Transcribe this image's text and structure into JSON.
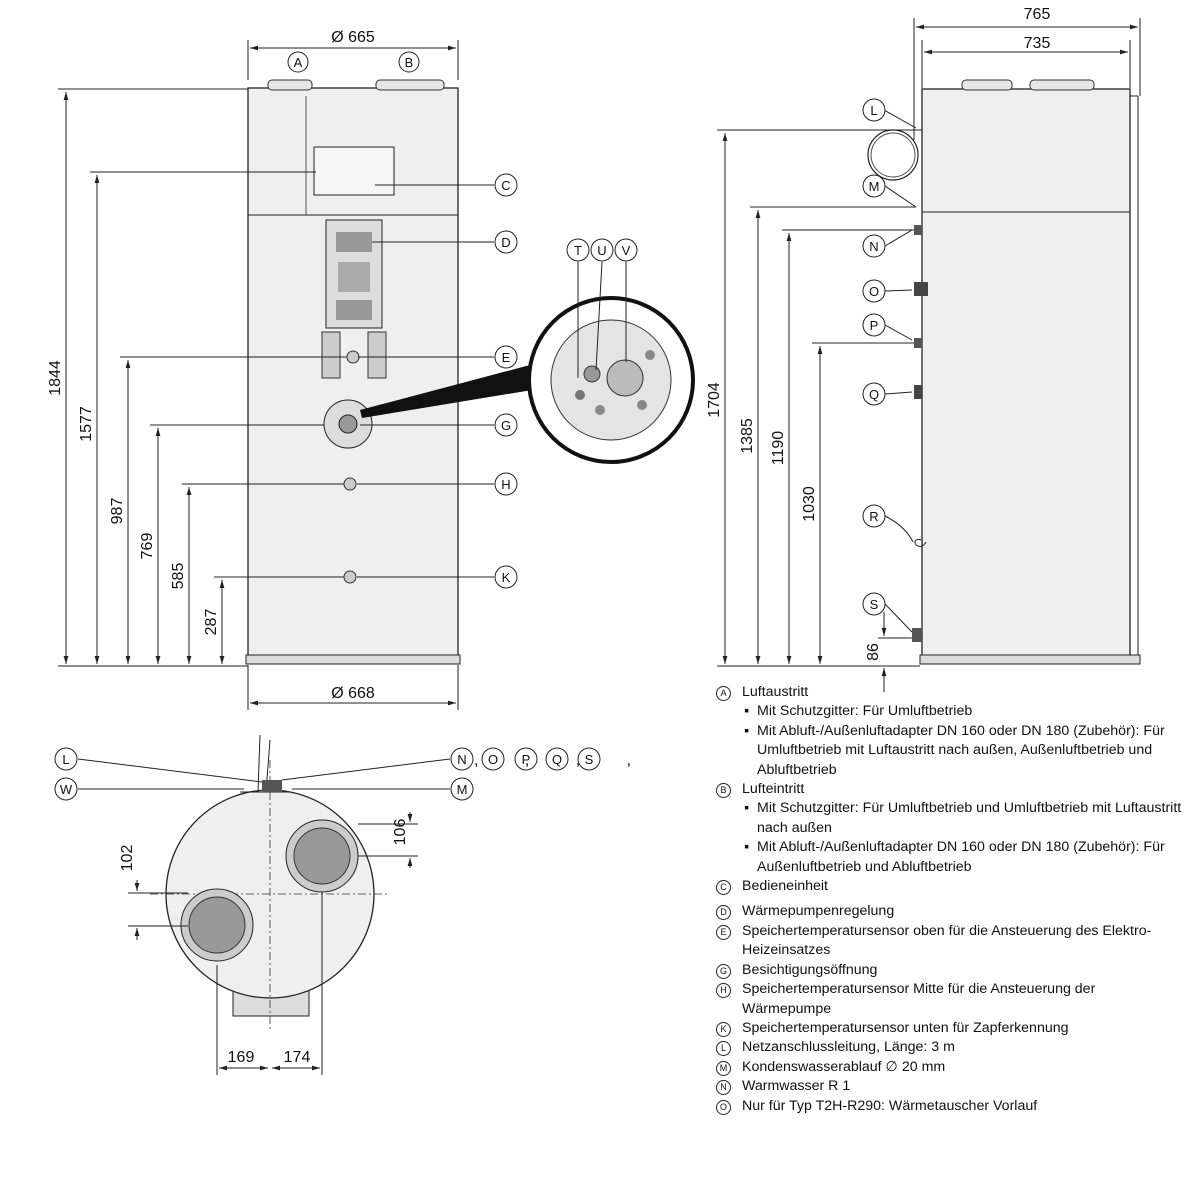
{
  "dimensions": {
    "front_width_top": "Ø 665",
    "front_width_bottom": "Ø 668",
    "side_width_outer": "765",
    "side_width_inner": "735",
    "h_1844": "1844",
    "h_1577": "1577",
    "h_987": "987",
    "h_769": "769",
    "h_585": "585",
    "h_287": "287",
    "h_1704": "1704",
    "h_1385": "1385",
    "h_1190": "1190",
    "h_1030": "1030",
    "h_86": "86",
    "top_106": "106",
    "top_102": "102",
    "top_169": "169",
    "top_174": "174"
  },
  "labels": {
    "A": "A",
    "B": "B",
    "C": "C",
    "D": "D",
    "E": "E",
    "G": "G",
    "H": "H",
    "K": "K",
    "T": "T",
    "U": "U",
    "V": "V",
    "L": "L",
    "M": "M",
    "N": "N",
    "O": "O",
    "P": "P",
    "Q": "Q",
    "R": "R",
    "S": "S",
    "W": "W",
    "group_nopqs": ", , , ,"
  },
  "legend": [
    {
      "key": "A",
      "text": "Luftaustritt",
      "subs": [
        "Mit Schutzgitter: Für Umluftbetrieb",
        "Mit Abluft-/Außenluftadapter DN 160 oder DN 180 (Zubehör): Für Umluftbetrieb mit Luftaustritt nach außen, Außenluftbetrieb und Abluftbetrieb"
      ]
    },
    {
      "key": "B",
      "text": "Lufteintritt",
      "subs": [
        "Mit Schutzgitter: Für Umluftbetrieb und Umluftbetrieb mit Luftaustritt nach außen",
        "Mit Abluft-/Außenluftadapter DN 160 oder DN 180 (Zubehör): Für Außenluftbetrieb und Abluftbetrieb"
      ]
    },
    {
      "key": "C",
      "text": "Bedieneinheit",
      "subs": []
    },
    {
      "key": "D",
      "text": "Wärmepumpenregelung",
      "subs": []
    },
    {
      "key": "E",
      "text": "Speichertemperatursensor oben für die Ansteuerung des Elektro-Heizeinsatzes",
      "subs": []
    },
    {
      "key": "G",
      "text": "Besichtigungsöffnung",
      "subs": []
    },
    {
      "key": "H",
      "text": "Speichertemperatursensor Mitte für die Ansteuerung der Wärmepumpe",
      "subs": []
    },
    {
      "key": "K",
      "text": "Speichertemperatursensor unten für Zapferkennung",
      "subs": []
    },
    {
      "key": "L",
      "text": "Netzanschlussleitung, Länge: 3 m",
      "subs": []
    },
    {
      "key": "M",
      "text": "Kondenswasserablauf ∅ 20 mm",
      "subs": []
    },
    {
      "key": "N",
      "text": "Warmwasser R 1",
      "subs": []
    },
    {
      "key": "O",
      "text": "Nur für Typ T2H-R290: Wärmetauscher Vorlauf",
      "subs": []
    }
  ]
}
